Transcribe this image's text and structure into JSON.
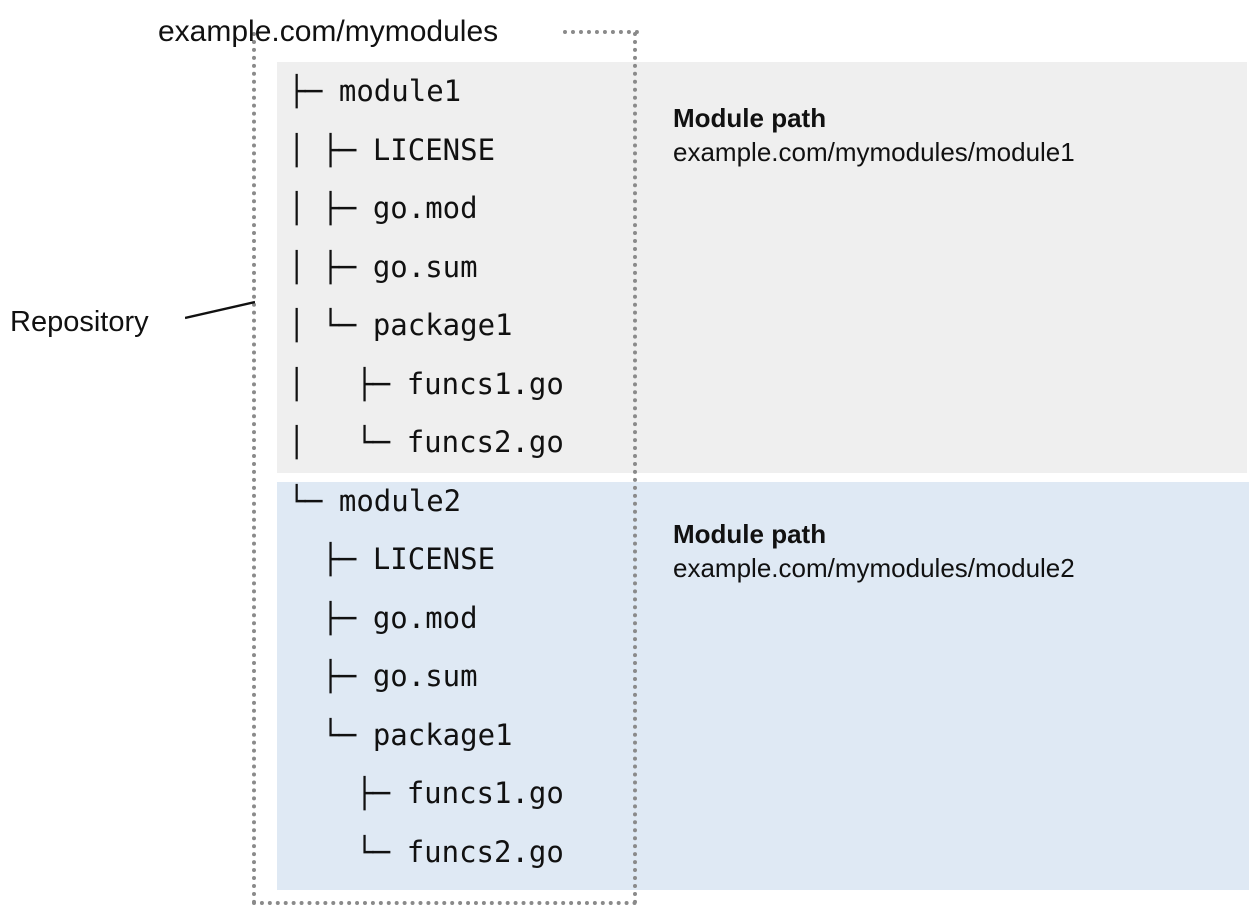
{
  "diagram": {
    "repository_label": "Repository",
    "repository_url": "example.com/mymodules",
    "colors": {
      "module1_band": "#EFEFEF",
      "module2_band": "#DFE9F4",
      "dotted_border": "#8a8a8a",
      "text": "#111111"
    }
  },
  "tree": {
    "rows": [
      {
        "glyph": "├─ ",
        "indent": 0,
        "label": "module1"
      },
      {
        "glyph": "├─ ",
        "indent": 1,
        "label": "LICENSE"
      },
      {
        "glyph": "├─ ",
        "indent": 1,
        "label": "go.mod"
      },
      {
        "glyph": "├─ ",
        "indent": 1,
        "label": "go.sum"
      },
      {
        "glyph": "└─ ",
        "indent": 1,
        "label": "package1"
      },
      {
        "glyph": "├─ ",
        "indent": 2,
        "label": "funcs1.go"
      },
      {
        "glyph": "└─ ",
        "indent": 2,
        "label": "funcs2.go"
      },
      {
        "glyph": "└─ ",
        "indent": 0,
        "label": "module2"
      },
      {
        "glyph": "├─ ",
        "indent": 1,
        "label": "LICENSE"
      },
      {
        "glyph": "├─ ",
        "indent": 1,
        "label": "go.mod"
      },
      {
        "glyph": "├─ ",
        "indent": 1,
        "label": "go.sum"
      },
      {
        "glyph": "└─ ",
        "indent": 1,
        "label": "package1"
      },
      {
        "glyph": "├─ ",
        "indent": 2,
        "label": "funcs1.go"
      },
      {
        "glyph": "└─ ",
        "indent": 2,
        "label": "funcs2.go"
      }
    ],
    "vertical_glyph": "│ ",
    "blank_glyph": "  "
  },
  "module_paths": [
    {
      "title": "Module path",
      "value": "example.com/mymodules/module1"
    },
    {
      "title": "Module path",
      "value": "example.com/mymodules/module2"
    }
  ]
}
